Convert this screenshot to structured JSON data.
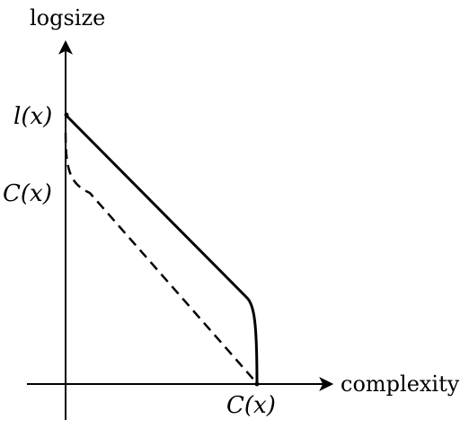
{
  "y_axis_label": "logsize",
  "x_axis_label": "complexity",
  "y_tick_upper": "l(x)",
  "y_tick_lower": "C(x)",
  "x_tick": "C(x)",
  "curves": {
    "upper": "solid",
    "lower": "dashed"
  },
  "colors": {
    "ink": "#000000",
    "background": "#ffffff"
  }
}
